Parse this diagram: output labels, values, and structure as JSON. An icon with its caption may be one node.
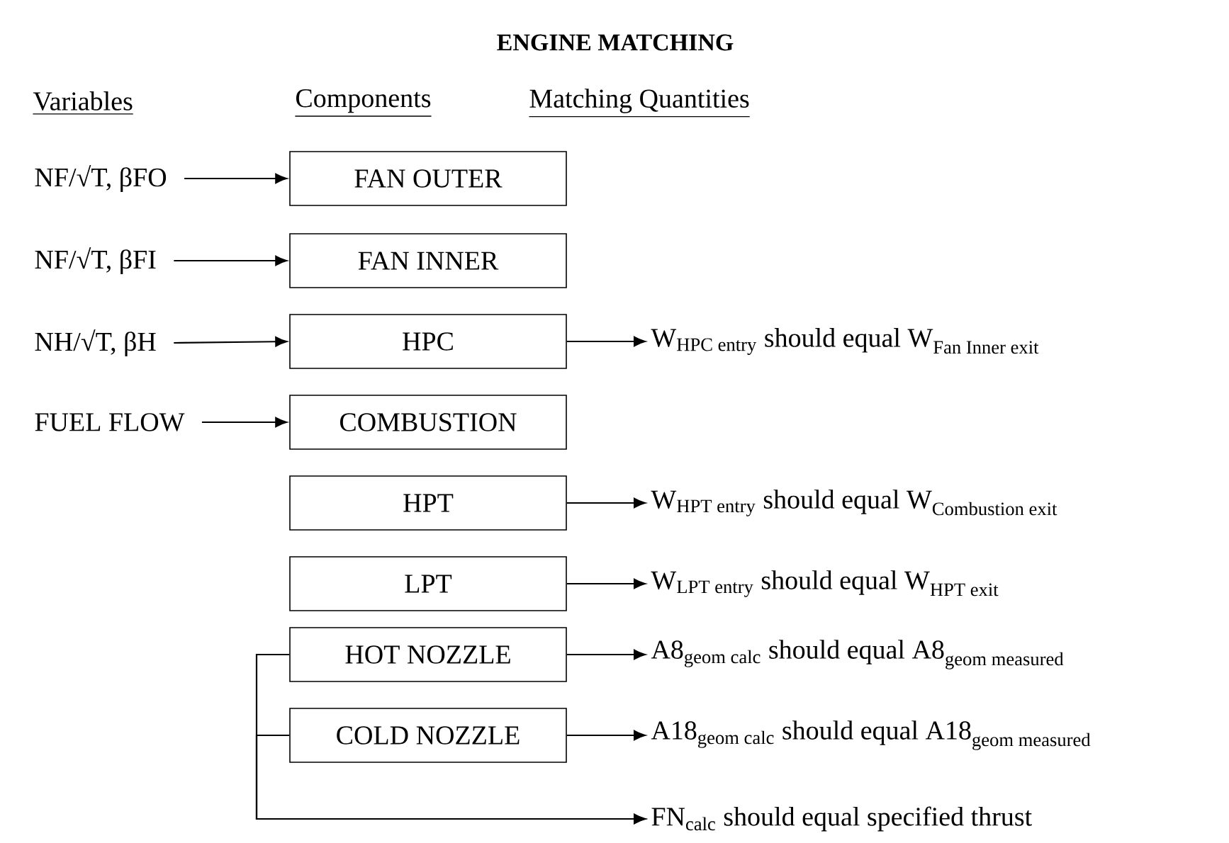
{
  "diagram": {
    "title": "ENGINE MATCHING",
    "nodes": [
      {
        "text": [
          "NF/√T, βFO"
        ]
      },
      {
        "text": [
          "NF/√T, βFI"
        ]
      },
      {
        "text": [
          "NH/√T, βH"
        ]
      },
      {
        "text": [
          "FUEL FLOW"
        ]
      },
      {
        "text": [
          "FAN OUTER"
        ]
      },
      {
        "text": [
          "FAN INNER"
        ]
      },
      {
        "text": [
          "HPC"
        ]
      },
      {
        "text": [
          "COMBUSTION"
        ]
      },
      {
        "text": [
          "HPT"
        ]
      },
      {
        "text": [
          "LPT"
        ]
      },
      {
        "text": [
          "HOT NOZZLE"
        ]
      },
      {
        "text": [
          "COLD NOZZLE"
        ]
      },
      {
        "text": [
          "\\text{W}_{\\text{HPC entry}}\\text{ should equal W}_{\\text{Fan Inner exit}}"
        ]
      },
      {
        "text": [
          "\\text{W}_{\\text{HPT entry}}\\text{ should equal W}_{\\text{Combustion exit}}"
        ]
      },
      {
        "text": [
          "\\text{W}_{\\text{LPT entry}}\\text{ should equal W}_{\\text{HPT exit}}"
        ]
      },
      {
        "text": [
          "\\text{A8}_{\\text{geom calc}}\\text{ should equal A8}_{\\text{geom measured}}"
        ]
      },
      {
        "text": [
          "\\text{A18}_{\\text{geom calc}}\\text{ should equal A18}_{\\text{geom measured}}"
        ]
      },
      {
        "text": [
          "\\text{FN}_{\\text{calc}}\\text{ should equal specified thrust}"
        ]
      }
    ],
    "edges": [
      {
        "from": 0,
        "to": 4,
        "arrow": "to"
      },
      {
        "from": 1,
        "to": 5,
        "arrow": "to"
      },
      {
        "from": 2,
        "to": 6,
        "arrow": "to"
      },
      {
        "from": 3,
        "to": 7,
        "arrow": "to"
      },
      {
        "from": 6,
        "to": 12,
        "arrow": "to"
      },
      {
        "from": 8,
        "to": 13,
        "arrow": "to"
      },
      {
        "from": 9,
        "to": 14,
        "arrow": "to"
      },
      {
        "from": 10,
        "to": 15,
        "arrow": "to"
      },
      {
        "from": 11,
        "to": 16,
        "arrow": "to"
      },
      {
        "from": 10,
        "to": 17,
        "arrow": "to"
      },
      {
        "from": 11,
        "to": 17,
        "arrow": "to"
      }
    ],
    "labels": [
      "Variables",
      "Components",
      "Matching Quantities"
    ]
  }
}
